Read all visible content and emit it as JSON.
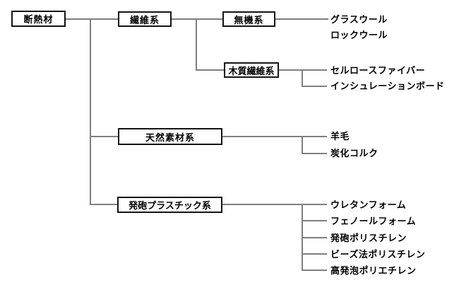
{
  "colors": {
    "background": "#ffffff",
    "line": "#7f7f7f",
    "box_border": "#141414",
    "text": "#000000"
  },
  "nodes": {
    "root": "断熱材",
    "fiber": "繊維系",
    "inorganic": "無機系",
    "wood_fiber": "木質繊維系",
    "natural": "天然素材系",
    "foam_plastic": "発砲プラスチック系"
  },
  "leaves": [
    "グラスウール",
    "ロックウール",
    "セルロースファイバー",
    "インシュレーションボード",
    "羊毛",
    "炭化コルク",
    "ウレタンフォーム",
    "フェノールフォーム",
    "発砲ポリスチレン",
    "ビーズ法ポリスチレン",
    "高発泡ポリエチレン"
  ]
}
